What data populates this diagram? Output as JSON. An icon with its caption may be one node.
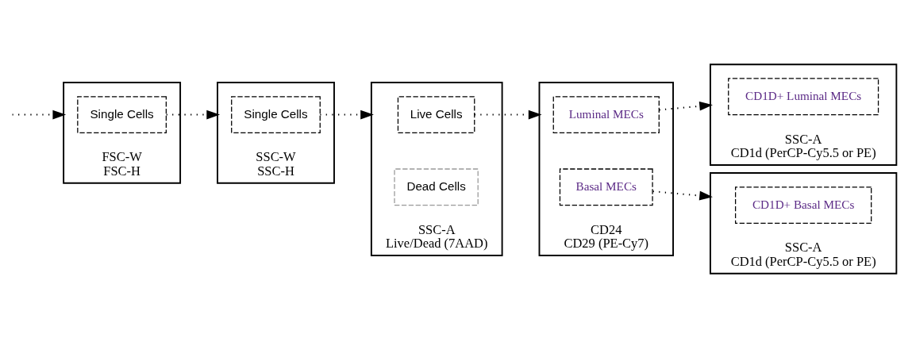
{
  "diagram": {
    "nodes": [
      {
        "text": [
          "FSC-W",
          "FSC-H"
        ]
      },
      {
        "text": [
          "Single Cells"
        ],
        "in": 0
      },
      {
        "text": [
          "SSC-W",
          "SSC-H"
        ]
      },
      {
        "text": [
          "Single Cells"
        ],
        "in": 2
      },
      {
        "text": [
          "SSC-A",
          "Live/Dead (7AAD)"
        ]
      },
      {
        "text": [
          "Live Cells"
        ],
        "in": 4
      },
      {
        "text": [
          "Dead Cells"
        ],
        "in": 4
      },
      {
        "text": [
          "CD24",
          "CD29 (PE-Cy7)"
        ]
      },
      {
        "text": [
          "Luminal MECs"
        ],
        "in": 7
      },
      {
        "text": [
          "Basal MECs"
        ],
        "in": 7
      },
      {
        "text": [
          "SSC-A",
          "CD1d (PerCP-Cy5.5 or PE)"
        ]
      },
      {
        "text": [
          "CD1D+ Luminal MECs"
        ],
        "in": 10
      },
      {
        "text": [
          "SSC-A",
          "CD1d (PerCP-Cy5.5 or PE)"
        ]
      },
      {
        "text": [
          "CD1D+ Basal MECs"
        ],
        "in": 12
      }
    ],
    "edges": [
      {
        "from": null,
        "to": 0,
        "arrow": "to"
      },
      {
        "from": 1,
        "to": 2,
        "arrow": "to"
      },
      {
        "from": 3,
        "to": 4,
        "arrow": "to"
      },
      {
        "from": 5,
        "to": 7,
        "arrow": "to"
      },
      {
        "from": 8,
        "to": 10,
        "arrow": "to"
      },
      {
        "from": 9,
        "to": 12,
        "arrow": "to"
      }
    ]
  }
}
